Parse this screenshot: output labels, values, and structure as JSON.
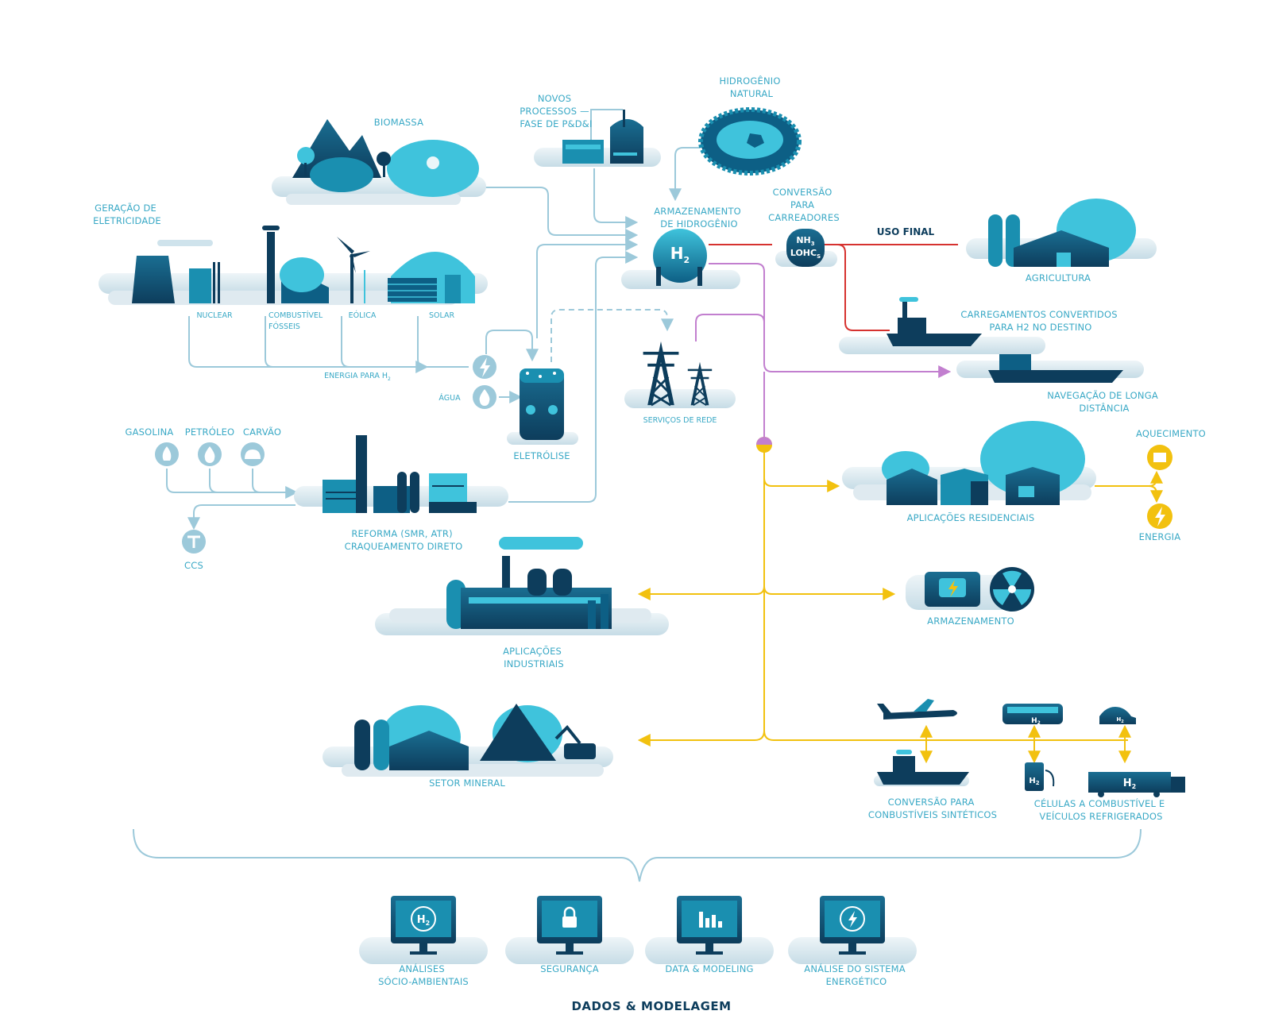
{
  "colors": {
    "navy": "#0d3d5c",
    "teal": "#1a8fb0",
    "cyan": "#3fc3dc",
    "light": "#cfe3ec",
    "flow_blue": "#9cc9da",
    "flow_red": "#d6322f",
    "flow_purple": "#c27fcf",
    "flow_yellow": "#f2c10f",
    "label": "#3aa9c6"
  },
  "production": {
    "biomassa": "BIOMASSA",
    "novos_processos": [
      "NOVOS",
      "PROCESSOS —",
      "FASE DE P&D&I"
    ],
    "hidrogenio_natural": [
      "HIDROGÊNIO",
      "NATURAL"
    ],
    "geracao": [
      "GERAÇÃO DE",
      "ELETRICIDADE"
    ],
    "nuclear": "NUCLEAR",
    "combustivel": [
      "COMBUSTÍVEL",
      "FÓSSEIS"
    ],
    "eolica": "EÓLICA",
    "solar": "SOLAR",
    "energia_h2": "ENERGIA PARA H",
    "energia_h2_sub": "2",
    "agua": "ÁGUA",
    "eletrolise": "ELETRÓLISE",
    "gasolina": "GASOLINA",
    "petroleo": "PETRÓLEO",
    "carvao": "CARVÃO",
    "reforma": [
      "REFORMA (SMR, ATR)",
      "CRAQUEAMENTO DIRETO"
    ],
    "ccs": "CCS"
  },
  "hub": {
    "armazenamento": [
      "ARMAZENAMENTO",
      "DE HIDROGÊNIO"
    ],
    "h2_symbol": "H",
    "h2_sub": "2",
    "conversao": [
      "CONVERSÃO",
      "PARA",
      "CARREADORES"
    ],
    "nh3": "NH",
    "nh3_sub": "3",
    "lohc": "LOHC",
    "lohc_sub": "S",
    "servicos": "SERVIÇOS DE REDE"
  },
  "end_use": {
    "uso_final": "USO FINAL",
    "agricultura": "AGRICULTURA",
    "carregamentos": [
      "CARREGAMENTOS CONVERTIDOS",
      "PARA H2 NO DESTINO"
    ],
    "navegacao": [
      "NAVEGAÇÃO DE LONGA",
      "DISTÂNCIA"
    ],
    "residenciais": "APLICAÇÕES RESIDENCIAIS",
    "aquecimento": "AQUECIMENTO",
    "energia": "ENERGIA",
    "armazenamento": "ARMAZENAMENTO",
    "industriais": [
      "APLICAÇÕES",
      "INDUSTRIAIS"
    ],
    "mineral": "SETOR MINERAL",
    "sinteticos": [
      "CONVERSÃO PARA",
      "CONBUSTÍVEIS SINTÉTICOS"
    ],
    "celulas": [
      "CÉLULAS A COMBUSTÍVEL E",
      "VEÍCULOS REFRIGERADOS"
    ],
    "vehicle_h2": "H",
    "vehicle_h2_sub": "2"
  },
  "data_modeling": {
    "items": [
      {
        "lines": [
          "ANÁLISES",
          "SÓCIO-AMBIENTAIS"
        ],
        "icon": "h2-cycle-icon"
      },
      {
        "lines": [
          "SEGURANÇA"
        ],
        "icon": "lock-icon"
      },
      {
        "lines": [
          "DATA & MODELING"
        ],
        "icon": "bar-chart-icon"
      },
      {
        "lines": [
          "ANÁLISE DO SISTEMA",
          "ENERGÉTICO"
        ],
        "icon": "energy-cycle-icon"
      }
    ],
    "title": "DADOS & MODELAGEM"
  }
}
